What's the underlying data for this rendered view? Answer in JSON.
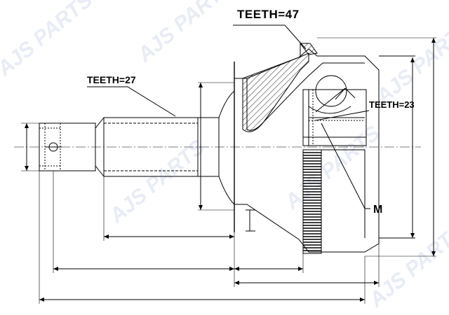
{
  "labels": {
    "teeth_outer": "TEETH=47",
    "teeth_shaft": "TEETH=27",
    "teeth_inner": "TEETH=23",
    "thread": "M"
  },
  "watermark": {
    "text": "AJS PARTS"
  },
  "colors": {
    "line": "#000000",
    "watermark": "#c8d4ea"
  }
}
